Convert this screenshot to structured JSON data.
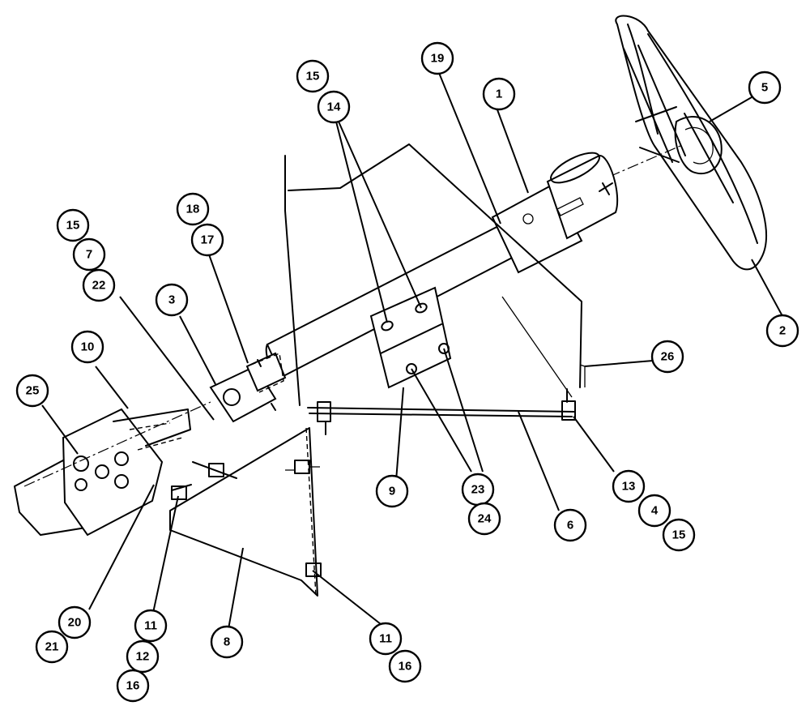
{
  "callouts": [
    {
      "id": "c1",
      "label": "1"
    },
    {
      "id": "c2",
      "label": "2"
    },
    {
      "id": "c3",
      "label": "3"
    },
    {
      "id": "c4",
      "label": "4"
    },
    {
      "id": "c5",
      "label": "5"
    },
    {
      "id": "c6",
      "label": "6"
    },
    {
      "id": "c7",
      "label": "7"
    },
    {
      "id": "c8",
      "label": "8"
    },
    {
      "id": "c9",
      "label": "9"
    },
    {
      "id": "c10",
      "label": "10"
    },
    {
      "id": "c11a",
      "label": "11"
    },
    {
      "id": "c11b",
      "label": "11"
    },
    {
      "id": "c12",
      "label": "12"
    },
    {
      "id": "c13",
      "label": "13"
    },
    {
      "id": "c14",
      "label": "14"
    },
    {
      "id": "c15a",
      "label": "15"
    },
    {
      "id": "c15b",
      "label": "15"
    },
    {
      "id": "c15c",
      "label": "15"
    },
    {
      "id": "c16a",
      "label": "16"
    },
    {
      "id": "c16b",
      "label": "16"
    },
    {
      "id": "c17",
      "label": "17"
    },
    {
      "id": "c18",
      "label": "18"
    },
    {
      "id": "c19",
      "label": "19"
    },
    {
      "id": "c20",
      "label": "20"
    },
    {
      "id": "c21",
      "label": "21"
    },
    {
      "id": "c22",
      "label": "22"
    },
    {
      "id": "c23",
      "label": "23"
    },
    {
      "id": "c24",
      "label": "24"
    },
    {
      "id": "c25",
      "label": "25"
    },
    {
      "id": "c26",
      "label": "26"
    }
  ]
}
